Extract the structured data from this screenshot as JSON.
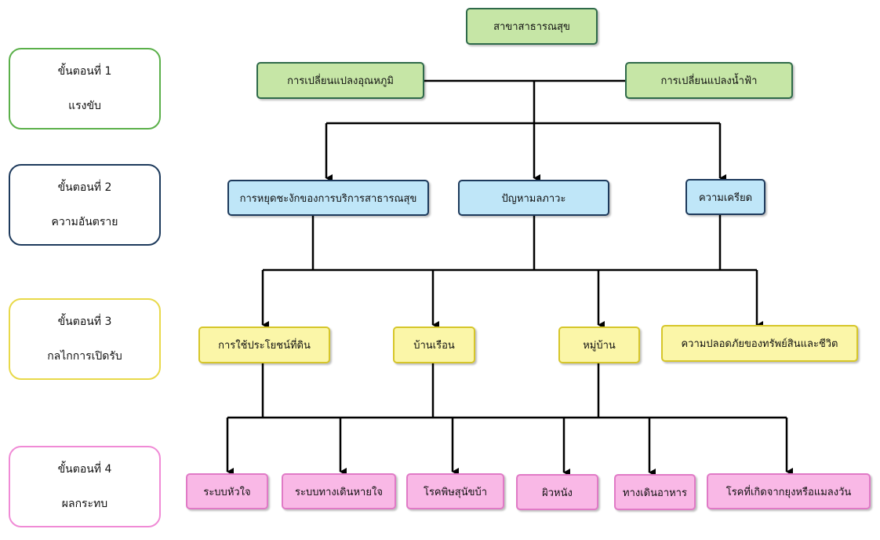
{
  "colors": {
    "green_fill": "#c6e6a6",
    "blue_fill": "#bfe6f8",
    "yellow_fill": "#fbf6a8",
    "pink_fill": "#f9b8e6",
    "stage1_border": "#5bb04a",
    "stage2_border": "#1d3a5c",
    "stage3_border": "#e8d94a",
    "stage4_border": "#f08bd6",
    "connector": "#000000"
  },
  "stages": [
    {
      "title": "ขั้นตอนที่ 1",
      "subtitle": "แรงขับ"
    },
    {
      "title": "ขั้นตอนที่ 2",
      "subtitle": "ความอันตราย"
    },
    {
      "title": "ขั้นตอนที่ 3",
      "subtitle": "กลไกการเปิดรับ"
    },
    {
      "title": "ขั้นตอนที่ 4",
      "subtitle": "ผลกระทบ"
    }
  ],
  "root": {
    "label": "สาขาสาธารณสุข"
  },
  "drivers": [
    {
      "label": "การเปลี่ยนแปลงอุณหภูมิ"
    },
    {
      "label": "การเปลี่ยนแปลงน้ำฟ้า"
    }
  ],
  "hazards": [
    {
      "label": "การหยุดชะงักของการบริการสาธารณสุข"
    },
    {
      "label": "ปัญหามลภาวะ"
    },
    {
      "label": "ความเครียด"
    }
  ],
  "exposures": [
    {
      "label": "การใช้ประโยชน์ที่ดิน"
    },
    {
      "label": "บ้านเรือน"
    },
    {
      "label": "หมู่บ้าน"
    },
    {
      "label": "ความปลอดภัยของทรัพย์สินและชีวิต"
    }
  ],
  "impacts": [
    {
      "label": "ระบบหัวใจ"
    },
    {
      "label": "ระบบทางเดินหายใจ"
    },
    {
      "label": "โรคพิษสุนัขบ้า"
    },
    {
      "label": "ผิวหนัง"
    },
    {
      "label": "ทางเดินอาหาร"
    },
    {
      "label": "โรคที่เกิดจากยุงหรือแมลงวัน"
    }
  ]
}
